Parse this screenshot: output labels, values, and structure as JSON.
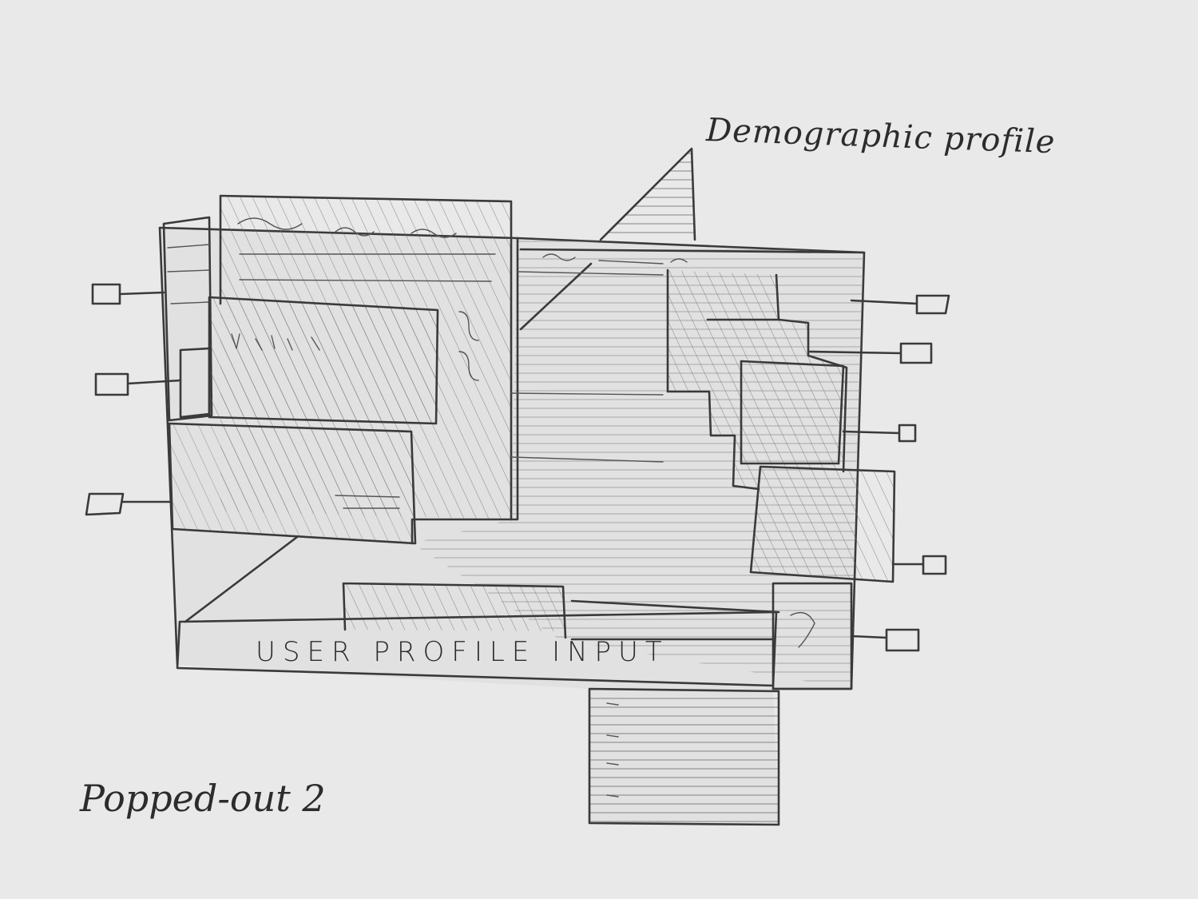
{
  "title": "Popped-out 2",
  "callout": "Demographic profile",
  "base_panel_label": "USER PROFILE INPUT",
  "colors": {
    "paper": "#e9e9e9",
    "pencil": "#3a3a3a",
    "shade": "#cfcfcf"
  }
}
